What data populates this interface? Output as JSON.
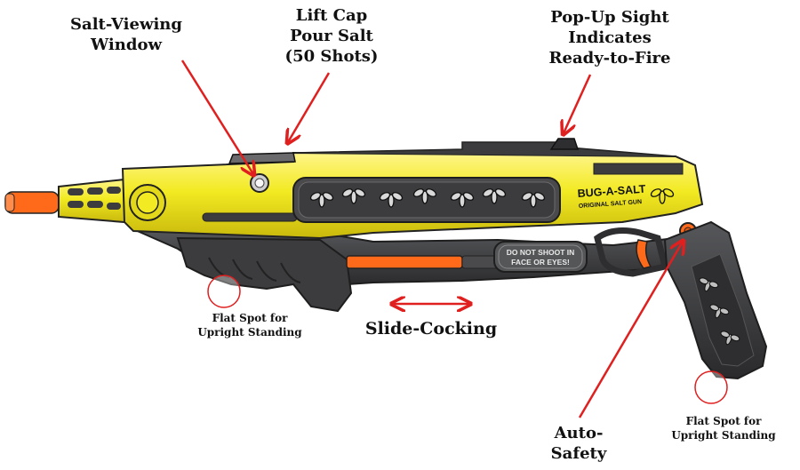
{
  "callouts": {
    "salt_window": [
      "Salt-Viewing",
      "Window"
    ],
    "lift_cap": [
      "Lift Cap",
      "Pour Salt",
      "(50 Shots)"
    ],
    "popup_sight": [
      "Pop-Up Sight",
      "Indicates",
      "Ready-to-Fire"
    ],
    "flat_spot_front": [
      "Flat Spot for",
      "Upright Standing"
    ],
    "slide_cocking": "Slide-Cocking",
    "auto_safety": [
      "Auto-",
      "Safety"
    ],
    "flat_spot_grip": [
      "Flat Spot for",
      "Upright Standing"
    ]
  },
  "product": {
    "logo": "BUG-A-SALT",
    "logo_sub": "ORIGINAL SALT GUN",
    "warning": [
      "DO NOT SHOOT IN",
      "FACE OR EYES!"
    ]
  },
  "colors": {
    "body_yellow": "#f2ea22",
    "dark_gray": "#3c3c3e",
    "orange": "#ff6a1a",
    "arrow_red": "#e01f1f",
    "text": "#111111"
  },
  "icons": [
    "fly-icon",
    "arrow-icon",
    "highlight-circle"
  ]
}
